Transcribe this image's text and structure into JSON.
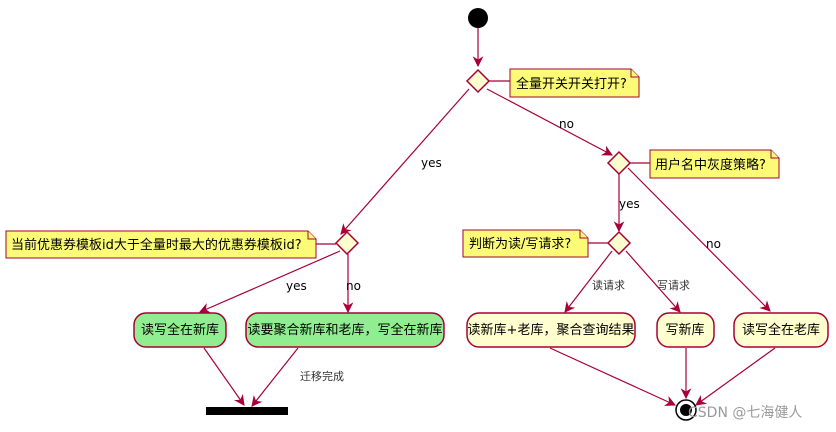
{
  "notes": {
    "full_switch": "全量开关开关打开?",
    "gray_strategy": "用户名中灰度策略?",
    "template_id": "当前优惠券模板id大于全量时最大的优惠券模板id?",
    "read_write": "判断为读/写请求?"
  },
  "edges": {
    "yes_left": "yes",
    "no_right": "no",
    "yes_gray": "yes",
    "no_gray": "no",
    "yes_template": "yes",
    "no_template": "no",
    "read_req": "读请求",
    "write_req": "写请求",
    "migrated": "迁移完成"
  },
  "activities": {
    "rw_new": "读写全在新库",
    "aggregate": "读要聚合新库和老库，写全在新库",
    "read_both": "读新库+老库，聚合查询结果",
    "write_new": "写新库",
    "rw_old": "读写全在老库"
  },
  "watermark": "CSDN @七海健人"
}
